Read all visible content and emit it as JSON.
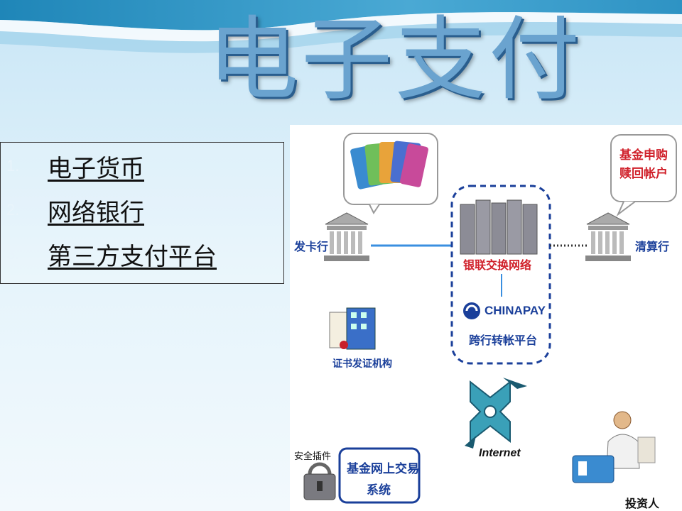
{
  "slide": {
    "title": "电子支付",
    "menu": [
      {
        "number": "1.",
        "label": "电子货币"
      },
      {
        "number": "2.",
        "label": "网络银行"
      },
      {
        "number": "3.",
        "label": "第三方支付平台"
      }
    ]
  },
  "diagram": {
    "issuing_bank": "发卡行",
    "clearing_bank": "清算行",
    "fund_account_line1": "基金申购",
    "fund_account_line2": "赎回帐户",
    "unionpay_network": "银联交换网络",
    "chinapay_logo": "CHINAPAY",
    "interbank_platform": "跨行转帐平台",
    "cert_authority": "证书发证机构",
    "internet": "Internet",
    "security_plugin": "安全插件",
    "trading_system_line1": "基金网上交易",
    "trading_system_line2": "系统",
    "investor": "投资人"
  },
  "colors": {
    "title": "#6aa3cf",
    "diagram_blue": "#1a3f9a",
    "diagram_red": "#d0202a",
    "link_line": "#3a8fe0"
  }
}
